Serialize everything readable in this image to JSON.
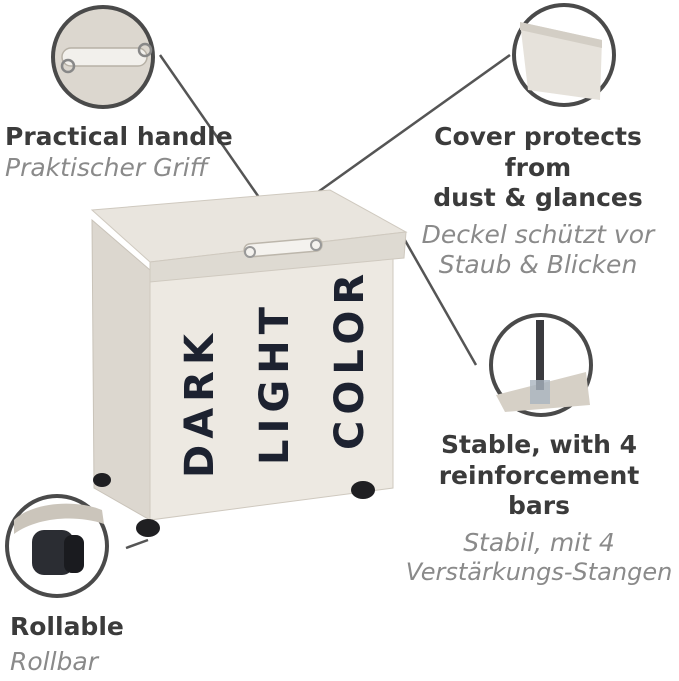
{
  "callouts": {
    "handle": {
      "en": "Practical handle",
      "de": "Praktischer Griff"
    },
    "cover": {
      "en_line1": "Cover protects from",
      "en_line2": "dust & glances",
      "de_line1": "Deckel schützt vor",
      "de_line2": "Staub & Blicken"
    },
    "stable": {
      "en_line1": "Stable, with 4",
      "en_line2": "reinforcement bars",
      "de_line1": "Stabil, mit 4",
      "de_line2": "Verstärkungs-Stangen"
    },
    "rollable": {
      "en": "Rollable",
      "de": "Rollbar"
    }
  },
  "bin": {
    "compartments": [
      "DARK",
      "LIGHT",
      "COLOR"
    ]
  },
  "colors": {
    "fabric": "#ebe7e0",
    "text_primary": "#3b3b3b",
    "text_secondary": "#8a8a8a",
    "lettering": "#1d2230"
  }
}
